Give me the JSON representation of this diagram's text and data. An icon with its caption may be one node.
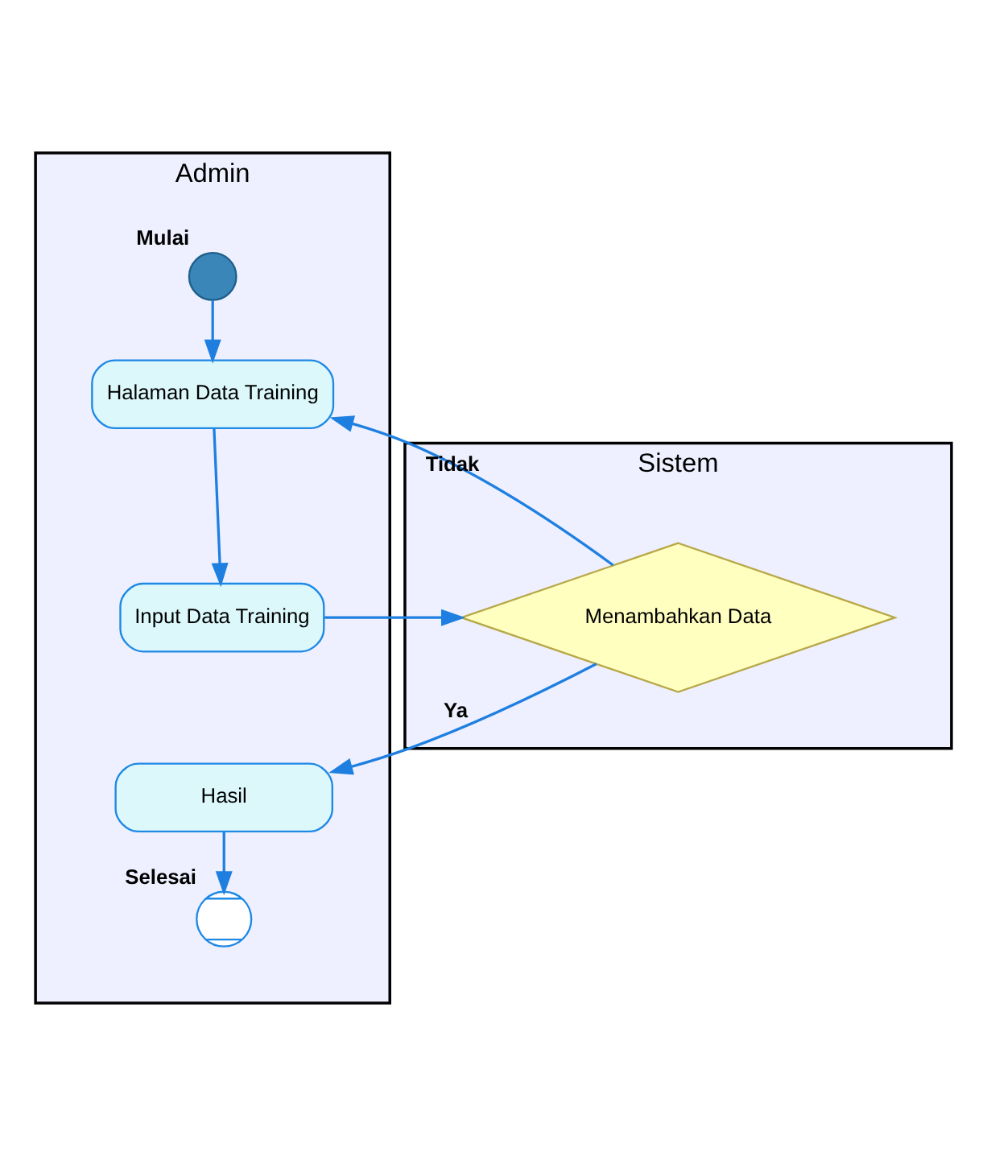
{
  "diagram": {
    "nodes": [
      {
        "text": [
          "Admin"
        ]
      },
      {
        "text": [
          "Sistem"
        ]
      },
      {
        "text": [],
        "shape": "circle",
        "beside": [
          "Mulai"
        ],
        "in": 0
      },
      {
        "text": [
          "Halaman Data Training"
        ],
        "in": 0
      },
      {
        "text": [
          "Input Data Training"
        ],
        "in": 0
      },
      {
        "text": [
          "Menambahkan Data"
        ],
        "in": 1
      },
      {
        "text": [
          "Hasil"
        ],
        "in": 0
      },
      {
        "text": [],
        "shape": "circle",
        "beside": [
          "Selesai"
        ],
        "in": 0
      }
    ],
    "edges": [
      {
        "from": 2,
        "to": 3,
        "arrow": "to"
      },
      {
        "from": 3,
        "to": 4,
        "arrow": "to"
      },
      {
        "from": 4,
        "to": 5,
        "arrow": "to"
      },
      {
        "from": 5,
        "to": 3,
        "arrow": "to",
        "label": "Tidak"
      },
      {
        "from": 5,
        "to": 6,
        "arrow": "to",
        "label": "Ya"
      },
      {
        "from": 6,
        "to": 7,
        "arrow": "to"
      }
    ]
  }
}
